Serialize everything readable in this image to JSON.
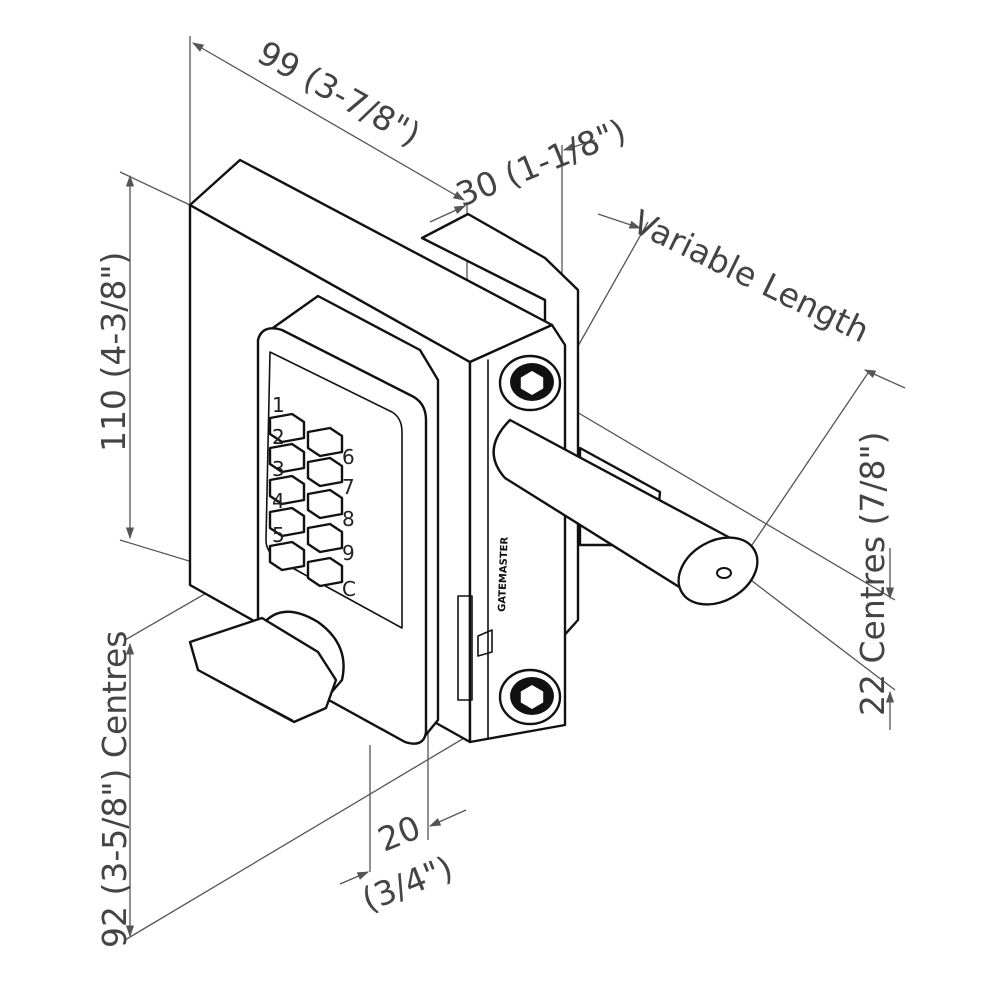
{
  "dimensions": {
    "width": "99 (3-7/8\")",
    "depth": "30 (1-1/8\")",
    "height": "110 (4-3/8\")",
    "spindle": "Variable Length",
    "spindle_centres": "22 Centres (7/8\")",
    "handle_centres": "92 (3-5/8\") Centres",
    "offset_mm": "20",
    "offset_in": "(3/4\")"
  },
  "keypad": {
    "left_keys": [
      "1",
      "2",
      "3",
      "4",
      "5"
    ],
    "right_keys": [
      "6",
      "7",
      "8",
      "9",
      "C"
    ]
  },
  "brand_label": "GATEMASTER"
}
